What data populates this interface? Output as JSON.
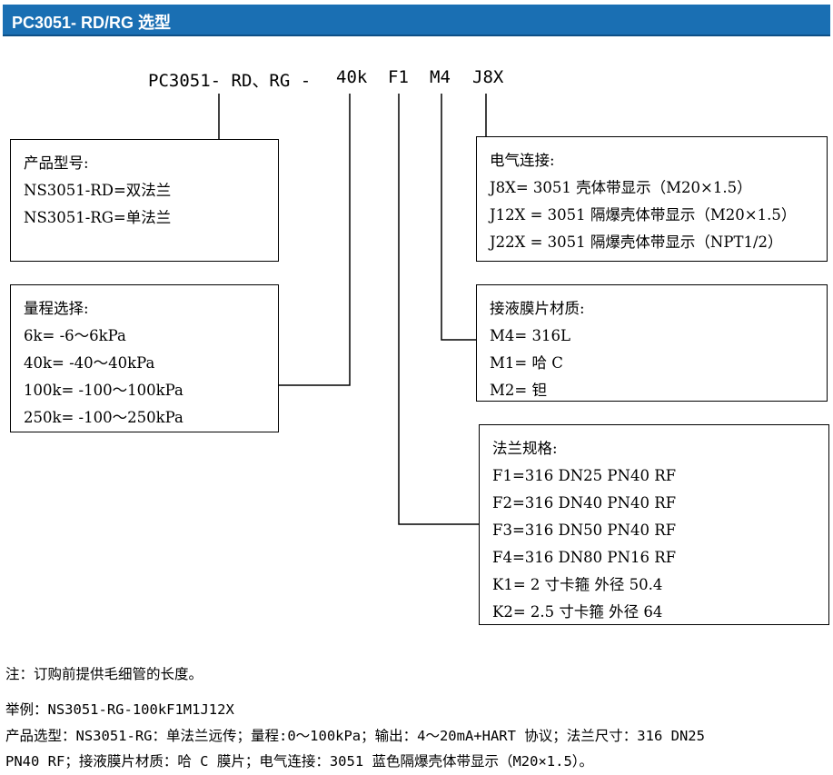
{
  "header": {
    "title": "PC3051- RD/RG 选型"
  },
  "code": {
    "prefix": "PC3051- RD、RG -",
    "range": "40k",
    "flange": "F1",
    "material": "M4",
    "connection": "J8X"
  },
  "boxes": {
    "model": {
      "title": "产品型号:",
      "lines": [
        "NS3051-RD=双法兰",
        "NS3051-RG=单法兰"
      ]
    },
    "range": {
      "title": "量程选择:",
      "lines": [
        "6k= -6～6kPa",
        "40k= -40～40kPa",
        "100k= -100～100kPa",
        "250k= -100～250kPa"
      ]
    },
    "electrical": {
      "title": "电气连接:",
      "lines": [
        "J8X= 3051 壳体带显示（M20×1.5）",
        "J12X = 3051 隔爆壳体带显示（M20×1.5）",
        "J22X = 3051 隔爆壳体带显示（NPT1/2）"
      ]
    },
    "material": {
      "title": "接液膜片材质:",
      "lines": [
        "M4= 316L",
        "M1= 哈 C",
        "M2= 钽"
      ]
    },
    "flange": {
      "title": "法兰规格:",
      "lines": [
        "F1=316 DN25 PN40 RF",
        "F2=316 DN40 PN40 RF",
        "F3=316 DN50 PN40 RF",
        "F4=316 DN80 PN16 RF",
        "K1= 2 寸卡箍 外径 50.4",
        "K2= 2.5 寸卡箍 外径 64"
      ]
    }
  },
  "notes": {
    "note": "注：订购前提供毛细管的长度。",
    "example": "举例：NS3051-RG-100kF1M1J12X",
    "description_1": "产品选型：NS3051-RG：单法兰远传；量程:0～100kPa；输出：4～20mA+HART 协议；法兰尺寸：316 DN25",
    "description_2": "PN40 RF；接液膜片材质：哈 C 膜片；电气连接：3051 蓝色隔爆壳体带显示（M20×1.5）。"
  }
}
